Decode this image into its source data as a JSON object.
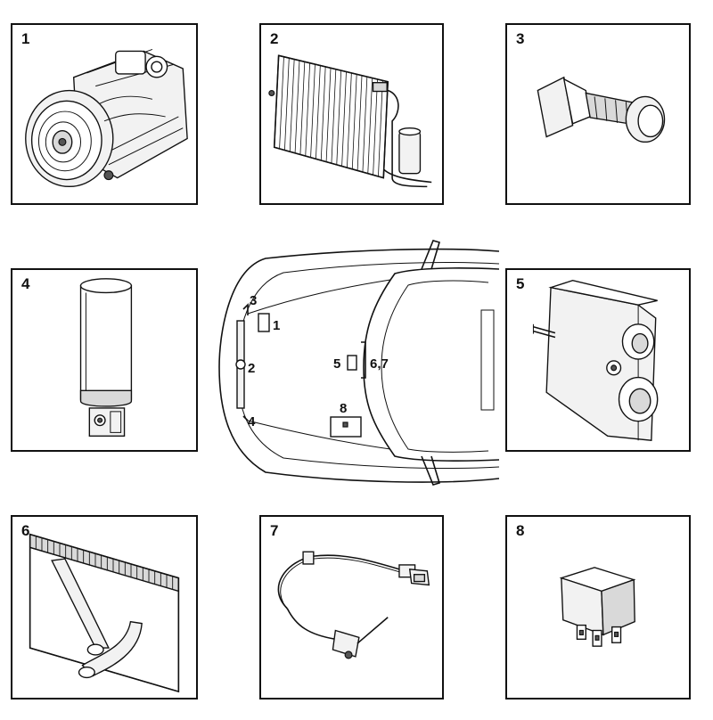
{
  "panels": [
    {
      "id": "p1",
      "number": "1",
      "component": "compressor-icon"
    },
    {
      "id": "p2",
      "number": "2",
      "component": "condenser-icon"
    },
    {
      "id": "p3",
      "number": "3",
      "component": "pressure-switch-icon"
    },
    {
      "id": "p4",
      "number": "4",
      "component": "receiver-drier-icon"
    },
    {
      "id": "p5",
      "number": "5",
      "component": "expansion-valve-icon"
    },
    {
      "id": "p6",
      "number": "6",
      "component": "evaporator-icon"
    },
    {
      "id": "p7",
      "number": "7",
      "component": "temperature-sensor-icon"
    },
    {
      "id": "p8",
      "number": "8",
      "component": "relay-icon"
    }
  ],
  "car_labels": {
    "l1": "1",
    "l2": "2",
    "l3": "3",
    "l4": "4",
    "l5": "5",
    "l67": "6,7",
    "l8": "8"
  }
}
